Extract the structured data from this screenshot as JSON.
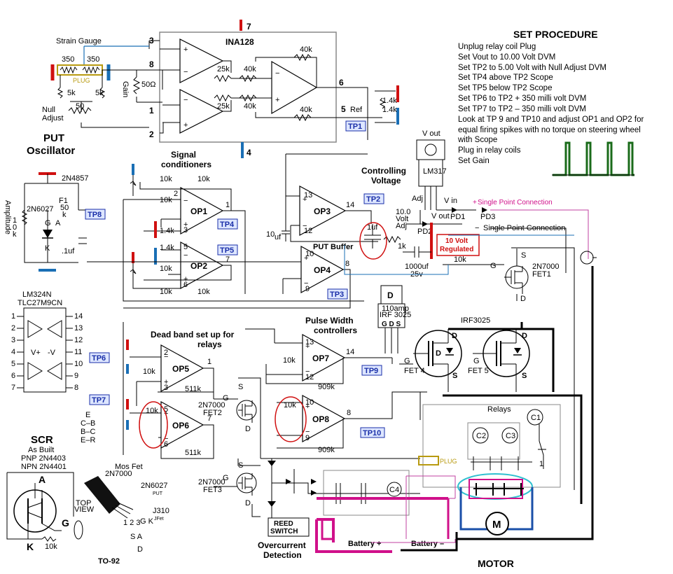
{
  "colors": {
    "wire": "#000000",
    "red": "#d01010",
    "blue": "#1a6fb5",
    "tp_blue": "#1a2fa8",
    "magenta": "#d0108a",
    "pink_wire": "#c040a0",
    "cyan": "#30c0d0",
    "plug": "#b89a10",
    "green_scope": "#1a6b1a"
  },
  "labels": {
    "strain_gauge": "Strain Gauge",
    "plug": "PLUG",
    "null_adjust": "Null\nAdjust",
    "ina128": "INA128",
    "put_oscillator": "PUT\nOscillator",
    "signal_conditioners": "Signal\nconditioners",
    "controlling_voltage": "Controlling\nVoltage",
    "put_buffer": "PUT Buffer",
    "pulse_width_controllers": "Pulse Width\ncontrollers",
    "dead_band": "Dead band set up for\nrelays",
    "lm324n": "LM324N",
    "tlc27m9cn": "TLC27M9CN",
    "scr": "SCR",
    "as_built": "As Built",
    "pnp": "PNP 2N4403",
    "npn": "NPN 2N4401",
    "overcurrent": "Overcurrent\nDetection",
    "reed_switch": "REED\nSWITCH",
    "motor": "MOTOR",
    "relays": "Relays",
    "battery_plus": "Battery +",
    "battery_minus": "Battery –",
    "v_out": "V out",
    "v_in": "V in",
    "adj": "Adj",
    "lm317": "LM317",
    "ten_volt_regulated": "10 Volt\nRegulated",
    "single_point_1": "Single Point Connection",
    "single_point_2": "Single Point Connection",
    "ten_volt_adj": "10.0\nVolt\nAdj",
    "irf3025": "IRF3025",
    "eleven_damp": "110amp\nIRF 3025",
    "gds": "G D S",
    "fet1": "2N7000\nFET1",
    "fet2": "2N7000\nFET2",
    "fet3": "2N7000\nFET3",
    "fet4": "FET 4",
    "fet5": "FET 5",
    "to92": "TO-92",
    "top_view": "TOP\nVIEW",
    "mosfet_2n7000": "Mos Fet\n2N7000",
    "put_2n6027": "2N6027\nPUT",
    "jfet_j310": "J310\nJFet",
    "pin_map": "E\nC–B\nB–C\nE–R",
    "amplitude": "Amplitude",
    "q_2n4857": "2N4857",
    "q_2n6027": "2N6027",
    "set_procedure_title": "SET PROCEDURE"
  },
  "set_procedure": [
    "Unplug relay coil Plug",
    "Set Vout to 10.00 Volt   DVM",
    "Set TP2 to 5.00 Volt with Null Adjust DVM",
    "Set TP4 above TP2   Scope",
    "Set TP5 below TP2   Scope",
    "Set TP6 to TP2 + 350 milli volt   DVM",
    "Set TP7 to TP2 – 350 milli volt   DVM",
    "Look at TP 9 and TP10 and adjust OP1 and OP2 for",
    "equal firing spikes with no torque on steering wheel",
    "with Scope",
    "Plug in relay coils",
    "Set Gain"
  ],
  "opamps": [
    "OP1",
    "OP2",
    "OP3",
    "OP4",
    "OP5",
    "OP6",
    "OP7",
    "OP8"
  ],
  "test_points": [
    "TP1",
    "TP2",
    "TP3",
    "TP4",
    "TP5",
    "TP6",
    "TP7",
    "TP8",
    "TP9",
    "TP10"
  ],
  "values": {
    "r350a": "350",
    "r350b": "350",
    "r5ka": "5k",
    "r5kb": "5k",
    "r50": "50",
    "r40k_top": "40k",
    "r25k_a": "25k",
    "r40k_mid": "40k",
    "r25k_b": "25k",
    "r40k_b": "40k",
    "r40k_c": "40k",
    "r50ohm": "50Ω",
    "gain": "Gain",
    "r14k_a": "1.4k",
    "r14k_b": "1.4k",
    "op_pin_3": "3",
    "op_pin_8": "8",
    "op_pin_1": "1",
    "op_pin_2": "2",
    "op_pin_7": "7",
    "op_pin_4": "4",
    "op_pin_6": "6",
    "op_pin_5": "5",
    "ref": "Ref",
    "r10k": "10k",
    "r1k": "1k",
    "c1000": "1000uf\n25v",
    "c10uf": "10\nuf",
    "c1uf": "1uf",
    "c01uf": ".1uf",
    "r909k_a": "909k",
    "r909k_b": "909k",
    "r511k_a": "511k",
    "r511k_b": "511k",
    "pd1": "PD1",
    "pd2": "PD2",
    "pd3": "PD3",
    "r1": "1",
    "rk10": "10k",
    "f1": "F1\n50\nk",
    "k10": "10\nk",
    "c2": "C2",
    "c3": "C3",
    "c1": "C1",
    "c4": "C4",
    "g": "G",
    "k": "K",
    "a": "A",
    "d": "D",
    "s": "S",
    "m": "M"
  }
}
